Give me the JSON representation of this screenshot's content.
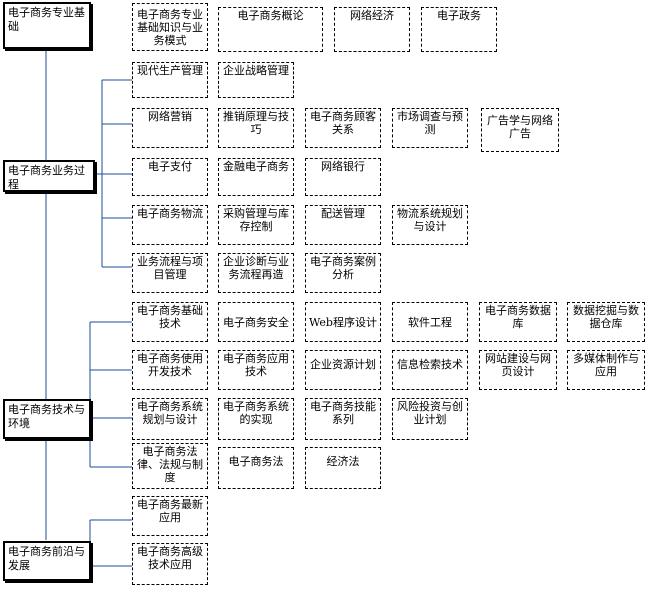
{
  "categories": [
    {
      "label": "电子商务专业基础",
      "items": [
        "电子商务专业基础知识与业务模式",
        "电子商务概论",
        "网络经济",
        "电子政务"
      ]
    },
    {
      "label": "电子商务业务过程",
      "items": [
        "现代生产管理",
        "企业战略管理",
        "网络营销",
        "推销原理与技巧",
        "电子商务顾客关系",
        "市场调查与预测",
        "广告学与网络广告",
        "电子支付",
        "金融电子商务",
        "网络银行",
        "电子商务物流",
        "采购管理与库存控制",
        "配送管理",
        "物流系统规划与设计",
        "业务流程与项目管理",
        "企业诊断与业务流程再造",
        "电子商务案例分析"
      ]
    },
    {
      "label": "电子商务技术与环境",
      "items": [
        "电子商务基础技术",
        "电子商务安全",
        "Web程序设计",
        "软件工程",
        "电子商务数据库",
        "数据挖掘与数据仓库",
        "电子商务使用开发技术",
        "电子商务应用技术",
        "企业资源计划",
        "信息检索技术",
        "网站建设与网页设计",
        "多媒体制作与应用",
        "电子商务系统规划与设计",
        "电子商务系统的实现",
        "电子商务技能系列",
        "风险投资与创业计划",
        "电子商务法律、法规与制度",
        "电子商务法",
        "经济法"
      ]
    },
    {
      "label": "电子商务前沿与发展",
      "items": [
        "电子商务最新应用",
        "电子商务高级技术应用"
      ]
    }
  ]
}
